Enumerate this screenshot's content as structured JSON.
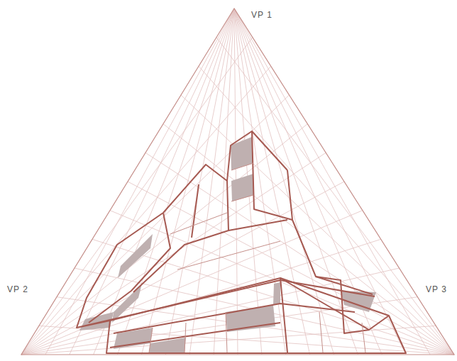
{
  "diagram": {
    "labels": [
      "VP 1",
      "VP 2",
      "VP 3"
    ]
  }
}
